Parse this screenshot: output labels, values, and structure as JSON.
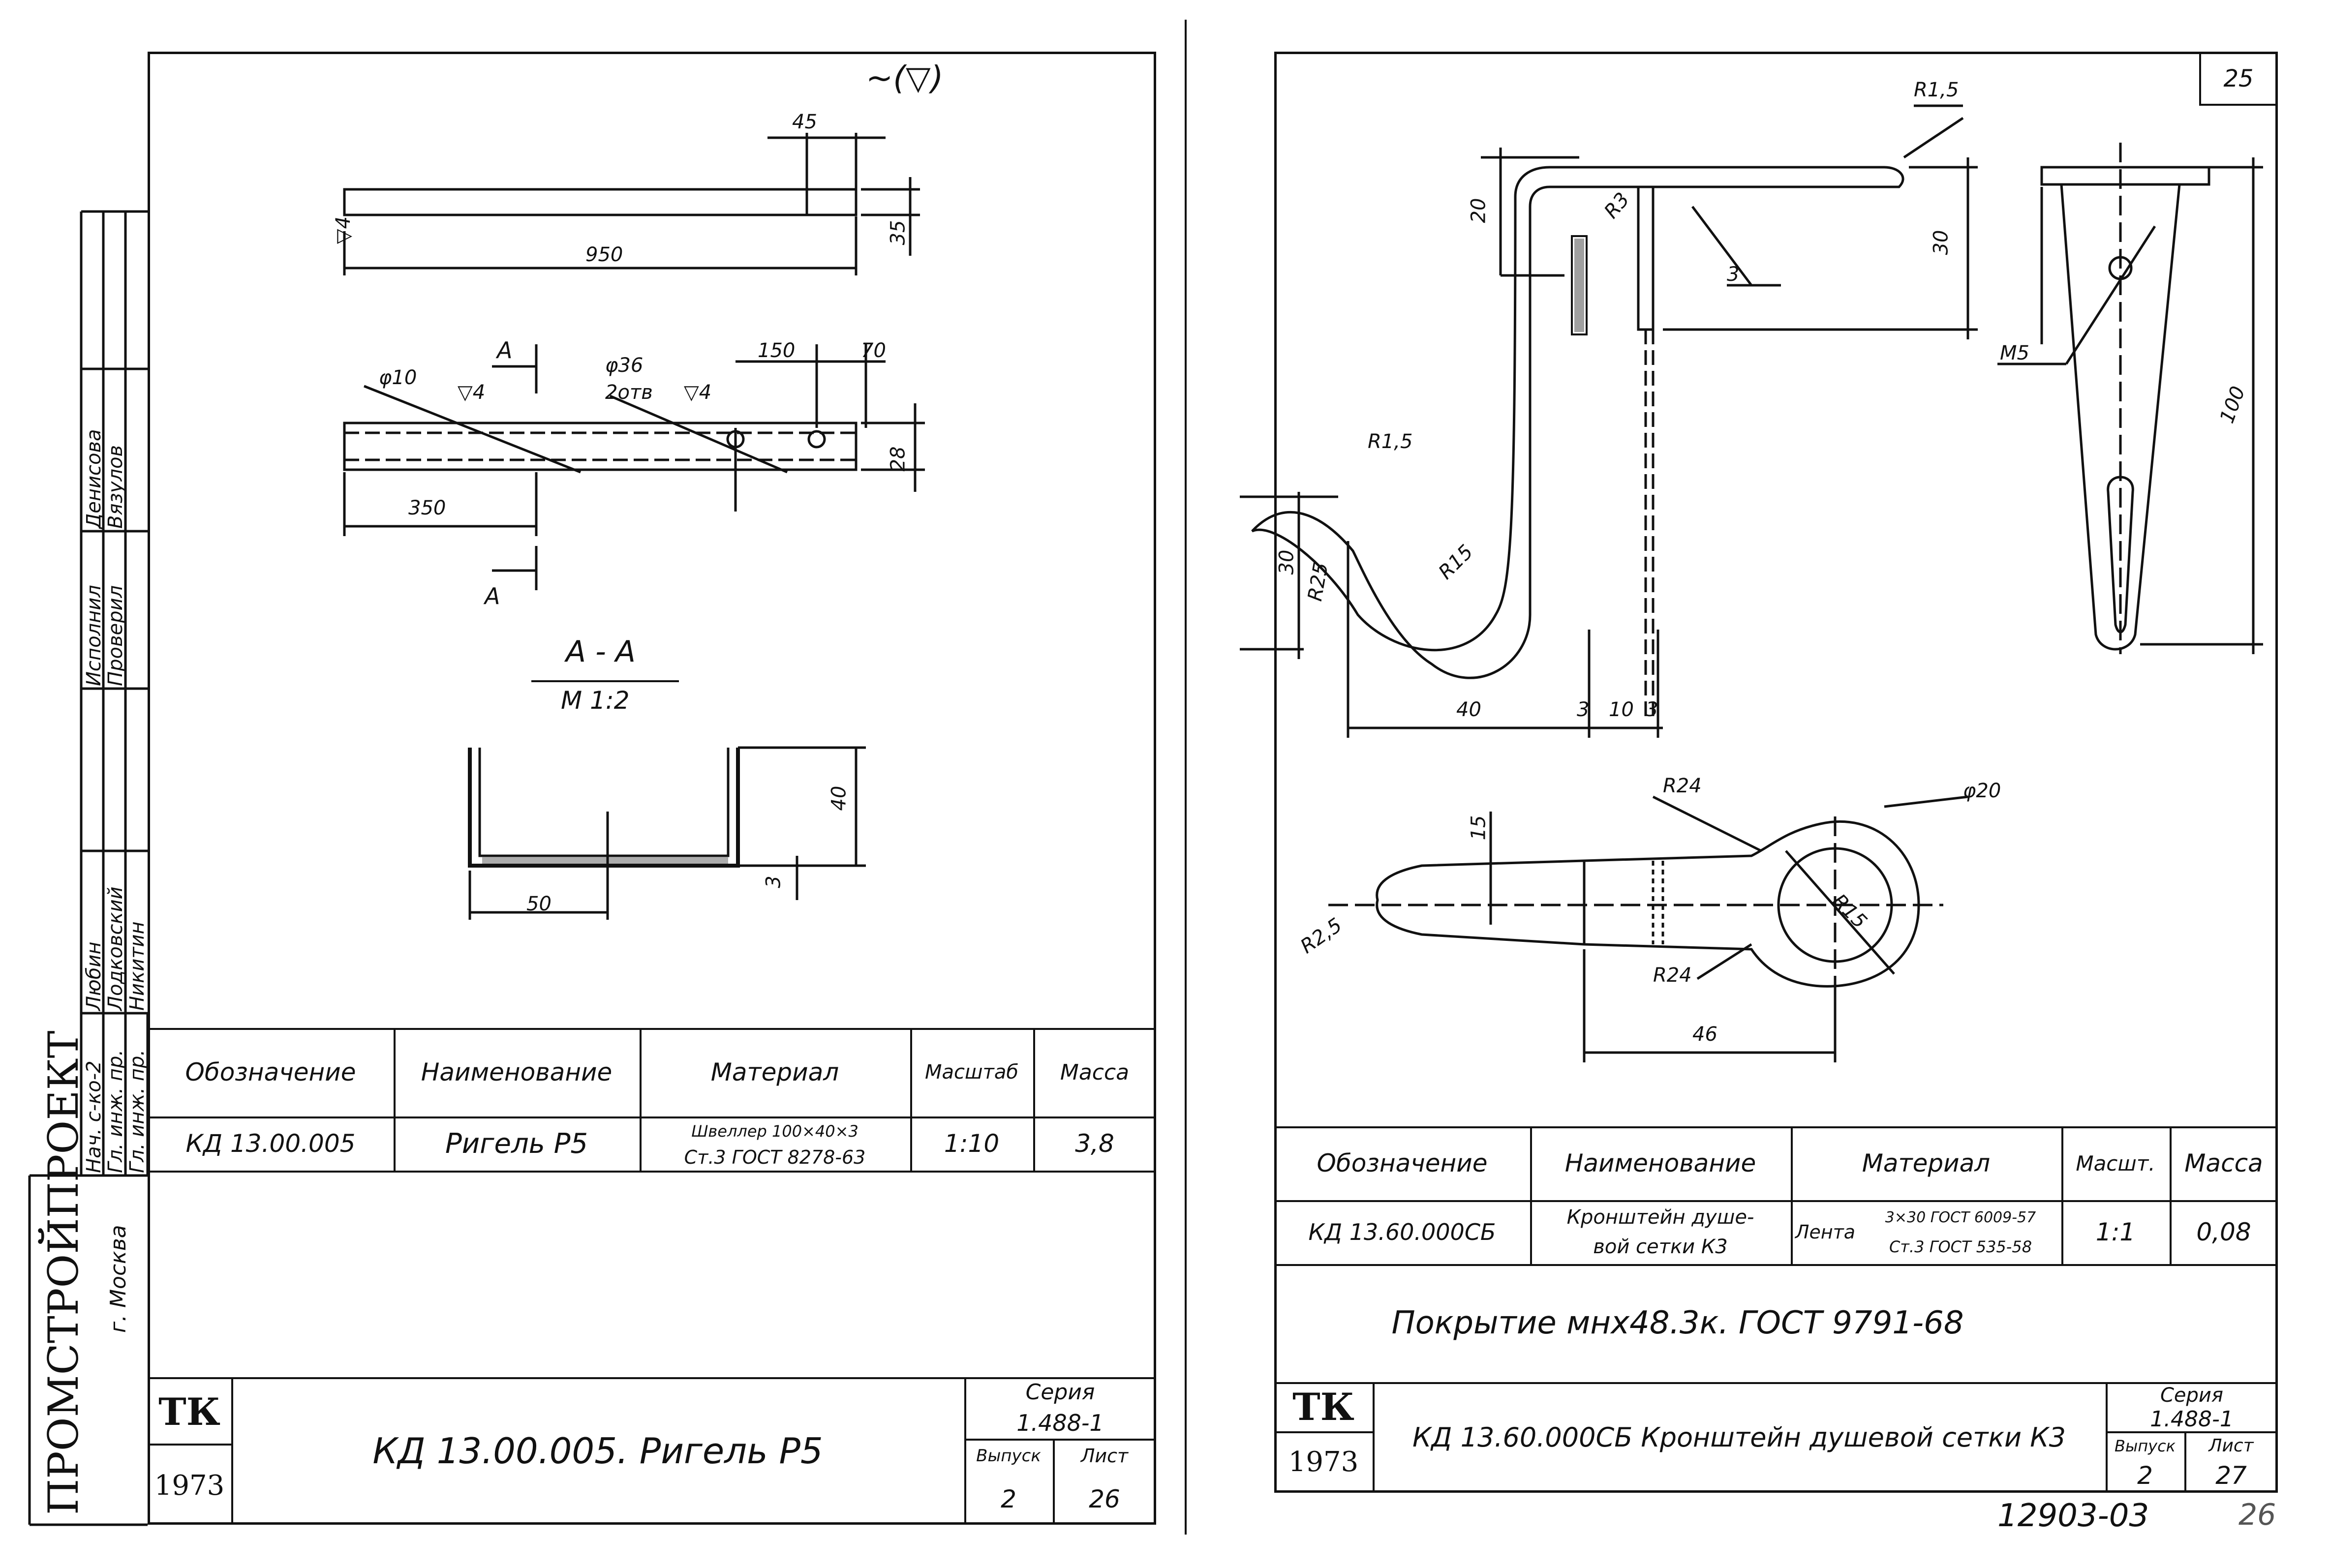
{
  "left_sheet": {
    "roughness_mark": "~(▽)",
    "dimensions": {
      "overall_length": "950",
      "end_cut": "45",
      "height": "35",
      "hole_small": "φ10",
      "hole_large": "φ36",
      "hole_count": "2отв",
      "hole_pitch": "150",
      "end_to_hole": "70",
      "from_start": "350",
      "width_28": "28",
      "section_height": "40",
      "section_thickness": "3",
      "section_width": "50",
      "rough_4": "▽4"
    },
    "section": {
      "cut_label": "А",
      "title": "А - А",
      "scale": "М 1:2"
    },
    "spec_table": {
      "headers": [
        "Обозначение",
        "Наименование",
        "Материал",
        "Масштаб",
        "Масса"
      ],
      "row": {
        "designation": "КД 13.00.005",
        "name": "Ригель Р5",
        "material_1": "Швеллер 100×40×3",
        "material_2": "Ст.3 ГОСТ 8278-63",
        "scale": "1:10",
        "mass": "3,8"
      }
    },
    "title_block": {
      "tk": "ТК",
      "year": "1973",
      "title": "КД 13.00.005. Ригель Р5",
      "series_label": "Серия",
      "series": "1.488-1",
      "issue_label": "Выпуск",
      "issue": "2",
      "sheet_label": "Лист",
      "sheet": "26"
    },
    "org": {
      "name": "ПРОМСТРОЙПРОЕКТ",
      "city": "г. Москва"
    },
    "signatures": [
      {
        "role": "Нач. с-ко-2",
        "name": "Любин"
      },
      {
        "role": "Гл. инж. пр.",
        "name": "Лодковский"
      },
      {
        "role": "Гл. инж. пр.",
        "name": "Никитин"
      },
      {
        "role": "Исполнил",
        "name": "Денисова"
      },
      {
        "role": "Проверил",
        "name": "Вязулов"
      }
    ]
  },
  "right_sheet": {
    "corner_number": "25",
    "dimensions": {
      "r15_top": "R1,5",
      "r3": "R3",
      "d20": "20",
      "d30": "30",
      "d3": "3",
      "m5": "M5",
      "d100": "100",
      "r15_hook": "R1,5",
      "d30_left": "30",
      "r25": "R25",
      "r15": "R15",
      "d40": "40",
      "d3a": "3",
      "d10": "10",
      "d3b": "3",
      "r24_top": "R24",
      "phi20": "φ20",
      "d15": "15",
      "r25_tip": "R2,5",
      "r15_ring": "R15",
      "r24_bottom": "R24",
      "d46": "46"
    },
    "spec_table": {
      "headers": [
        "Обозначение",
        "Наименование",
        "Материал",
        "Масшт.",
        "Масса"
      ],
      "row": {
        "designation": "КД 13.60.000СБ",
        "name_1": "Кронштейн душе-",
        "name_2": "вой сетки К3",
        "material_prefix": "Лента",
        "material_1": "3×30 ГОСТ 6009-57",
        "material_2": "Ст.3 ГОСТ 535-58",
        "scale": "1:1",
        "mass": "0,08"
      }
    },
    "note": "Покрытие мнх48.3к. ГОСТ 9791-68",
    "title_block": {
      "tk": "ТК",
      "year": "1973",
      "title": "КД 13.60.000СБ Кронштейн душевой сетки К3",
      "series_label": "Серия",
      "series": "1.488-1",
      "issue_label": "Выпуск",
      "issue": "2",
      "sheet_label": "Лист",
      "sheet": "27"
    }
  },
  "footer": {
    "doc_number": "12903-03",
    "page_number": "26"
  }
}
